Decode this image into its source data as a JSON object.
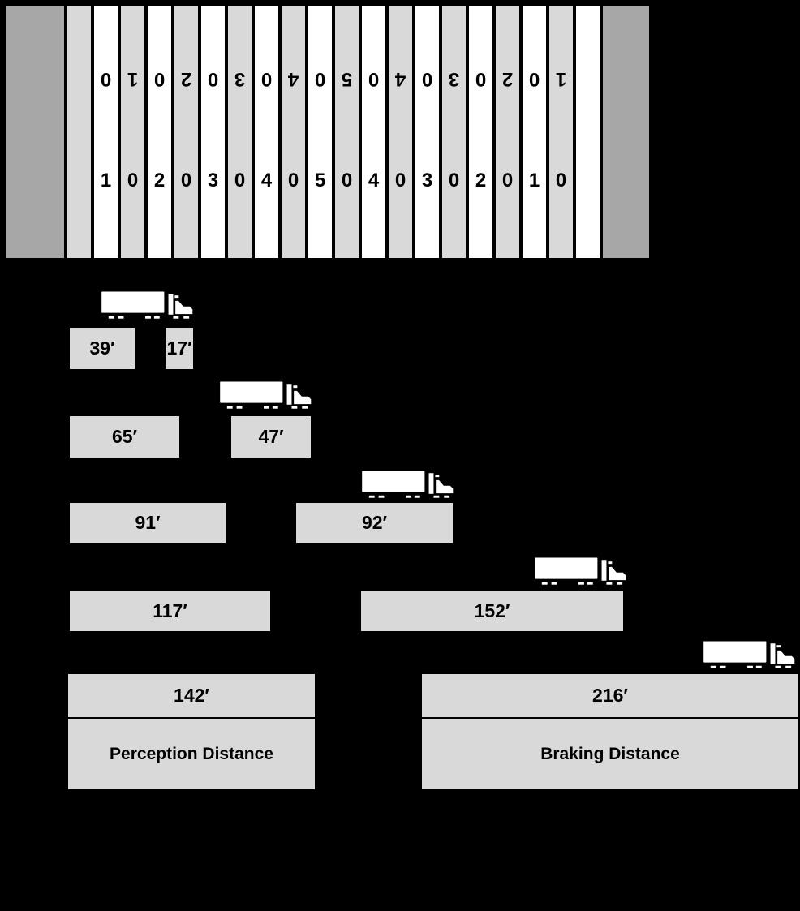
{
  "colors": {
    "background": "#000000",
    "scale_end_block": "#a7a7a7",
    "scale_stripe_gray": "#d9d9d9",
    "scale_stripe_white": "#ffffff",
    "bar_fill": "#d9d9d9",
    "bar_border": "#000000",
    "text": "#000000"
  },
  "scale": {
    "stripes": [
      {
        "top": "",
        "bottom": ""
      },
      {
        "top": "0",
        "bottom": "1"
      },
      {
        "top": "1",
        "bottom": "0"
      },
      {
        "top": "0",
        "bottom": "2"
      },
      {
        "top": "2",
        "bottom": "0"
      },
      {
        "top": "0",
        "bottom": "3"
      },
      {
        "top": "3",
        "bottom": "0"
      },
      {
        "top": "0",
        "bottom": "4"
      },
      {
        "top": "4",
        "bottom": "0"
      },
      {
        "top": "0",
        "bottom": "5"
      },
      {
        "top": "5",
        "bottom": "0"
      },
      {
        "top": "0",
        "bottom": "4"
      },
      {
        "top": "4",
        "bottom": "0"
      },
      {
        "top": "0",
        "bottom": "3"
      },
      {
        "top": "3",
        "bottom": "0"
      },
      {
        "top": "0",
        "bottom": "2"
      },
      {
        "top": "2",
        "bottom": "0"
      },
      {
        "top": "0",
        "bottom": "1"
      },
      {
        "top": "1",
        "bottom": "0"
      },
      {
        "top": "",
        "bottom": ""
      }
    ]
  },
  "rows": [
    {
      "left_value": "39′",
      "right_value": "17′"
    },
    {
      "left_value": "65′",
      "right_value": "47′"
    },
    {
      "left_value": "91′",
      "right_value": "92′"
    },
    {
      "left_value": "117′",
      "right_value": "152′"
    },
    {
      "left_value": "142′",
      "right_value": "216′",
      "left_label": "Perception Distance",
      "right_label": "Braking Distance"
    }
  ],
  "chart_data": {
    "type": "bar",
    "orientation": "horizontal",
    "unit": "feet",
    "series": [
      {
        "name": "Perception Distance",
        "values": [
          39,
          65,
          91,
          117,
          142
        ]
      },
      {
        "name": "Braking Distance",
        "values": [
          17,
          47,
          92,
          152,
          216
        ]
      }
    ],
    "value_labels": {
      "perception": [
        "39′",
        "65′",
        "91′",
        "117′",
        "142′"
      ],
      "braking": [
        "17′",
        "47′",
        "92′",
        "152′",
        "216′"
      ]
    },
    "speed_scale_numbers": [
      10,
      20,
      30,
      40,
      50,
      40,
      30,
      20,
      10
    ],
    "legend_position": "in-bar-bottom-row"
  }
}
